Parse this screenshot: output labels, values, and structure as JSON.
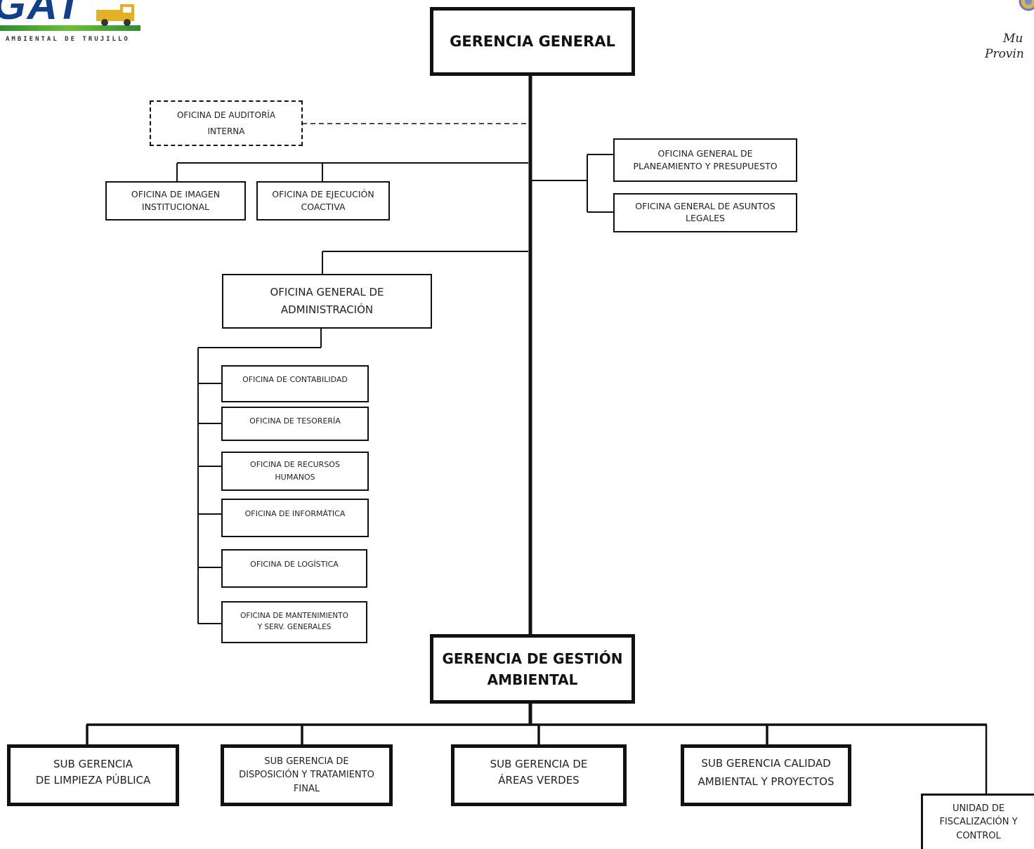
{
  "header": {
    "logo_text": "GAT",
    "logo_subtitle": "AMBIENTAL DE TRUJILLO",
    "corner_line1": "Mu",
    "corner_line2": "Provin"
  },
  "org": {
    "gerencia_general": "GERENCIA GENERAL",
    "auditoria": [
      "OFICINA DE AUDITORÍA",
      "INTERNA"
    ],
    "imagen": [
      "OFICINA DE IMAGEN",
      "INSTITUCIONAL"
    ],
    "ejecucion": [
      "OFICINA DE EJECUCIÓN",
      "COACTIVA"
    ],
    "planeamiento": [
      "OFICINA GENERAL DE",
      "PLANEAMIENTO Y  PRESUPUESTO"
    ],
    "asuntos_legales": [
      "OFICINA GENERAL DE ASUNTOS",
      "LEGALES"
    ],
    "administracion": [
      "OFICINA GENERAL DE",
      "ADMINISTRACIÓN"
    ],
    "contabilidad": "OFICINA DE CONTABILIDAD",
    "tesoreria": "OFICINA DE TESORERÍA",
    "recursos_humanos": [
      "OFICINA DE RECURSOS",
      "HUMANOS"
    ],
    "informatica": "OFICINA DE INFORMÁTICA",
    "logistica": "OFICINA DE LOGÍSTICA",
    "mantenimiento": [
      "OFICINA DE MANTENIMIENTO",
      "Y SERV. GENERALES"
    ],
    "gestion_ambiental": [
      "GERENCIA DE GESTIÓN",
      "AMBIENTAL"
    ],
    "limpieza": [
      "SUB GERENCIA",
      "DE LIMPIEZA PÚBLICA"
    ],
    "disposicion": [
      "SUB GERENCIA DE",
      "DISPOSICIÓN Y TRATAMIENTO",
      "FINAL"
    ],
    "areas_verdes": [
      "SUB GERENCIA DE",
      "ÁREAS VERDES"
    ],
    "calidad": [
      "SUB GERENCIA CALIDAD",
      "AMBIENTAL Y PROYECTOS"
    ],
    "fiscalizacion": [
      "UNIDAD DE",
      "FISCALIZACIÓN Y",
      "CONTROL"
    ]
  },
  "colors": {
    "line": "#111111",
    "logo_blue": "#123f8a",
    "logo_green": "#3c9a34",
    "logo_yellow": "#e2b127"
  }
}
